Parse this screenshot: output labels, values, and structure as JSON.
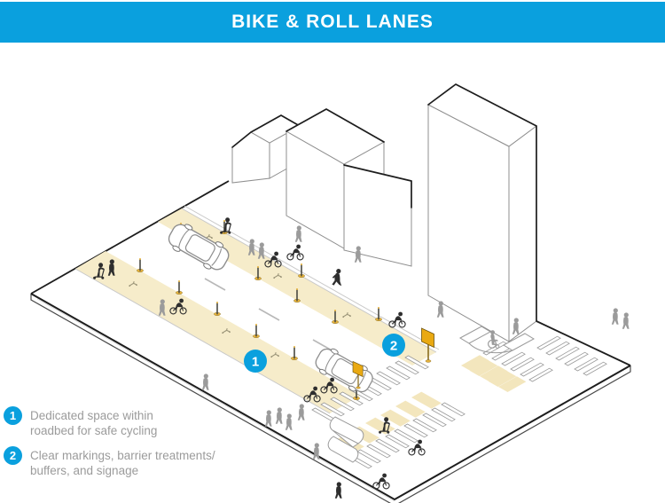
{
  "header": {
    "title": "BIKE & ROLL LANES"
  },
  "colors": {
    "accent_cyan": "#0aa0de",
    "lane_beige": "#f6ecca",
    "sign_yellow": "#e9a912",
    "bollard_base_yellow": "#e7b33c",
    "figure_dark": "#2e2e2e",
    "figure_gray": "#9b9b9b",
    "legend_text_gray": "#9b9b9b"
  },
  "diagram": {
    "markers": [
      {
        "number": "1"
      },
      {
        "number": "2"
      }
    ]
  },
  "legend": {
    "items": [
      {
        "number": "1",
        "text": "Dedicated space within\nroadbed for safe cycling"
      },
      {
        "number": "2",
        "text": "Clear markings, barrier treatments/\nbuffers, and signage"
      }
    ]
  }
}
